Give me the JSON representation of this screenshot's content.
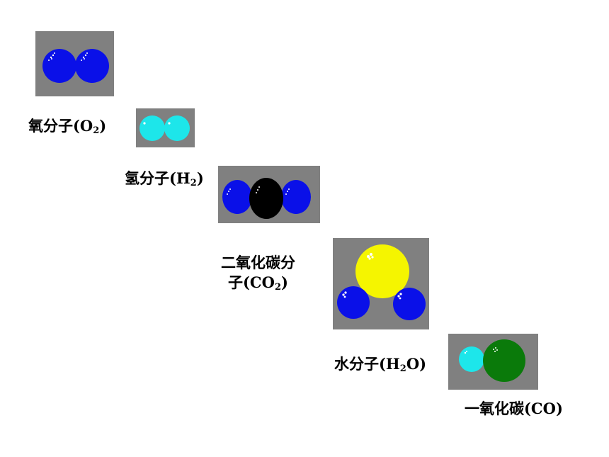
{
  "molecules": [
    {
      "id": "o2",
      "label_text": "氧分子(O",
      "sub": "2",
      "tail": ")",
      "atoms": [
        "#0a10e8",
        "#0a10e8"
      ]
    },
    {
      "id": "h2",
      "label_text": "氢分子(H",
      "sub": "2",
      "tail": ")",
      "atoms": [
        "#1de6ea",
        "#1de6ea"
      ]
    },
    {
      "id": "co2",
      "label_line1": "二氧化碳分",
      "label_text": "子(CO",
      "sub": "2",
      "tail": ")",
      "atoms": [
        "#0a10e8",
        "#000000",
        "#0a10e8"
      ]
    },
    {
      "id": "h2o",
      "label_text": "水分子(H",
      "sub": "2",
      "tail": "O)",
      "atoms": [
        "#f5f500",
        "#0a10e8",
        "#0a10e8"
      ]
    },
    {
      "id": "co",
      "label_text": "一氧化碳(CO)",
      "sub": "",
      "tail": "",
      "atoms": [
        "#1de6ea",
        "#0a7a0a"
      ]
    }
  ],
  "colors": {
    "panel": "#808080",
    "background": "#ffffff",
    "highlight": "#ffffff"
  }
}
